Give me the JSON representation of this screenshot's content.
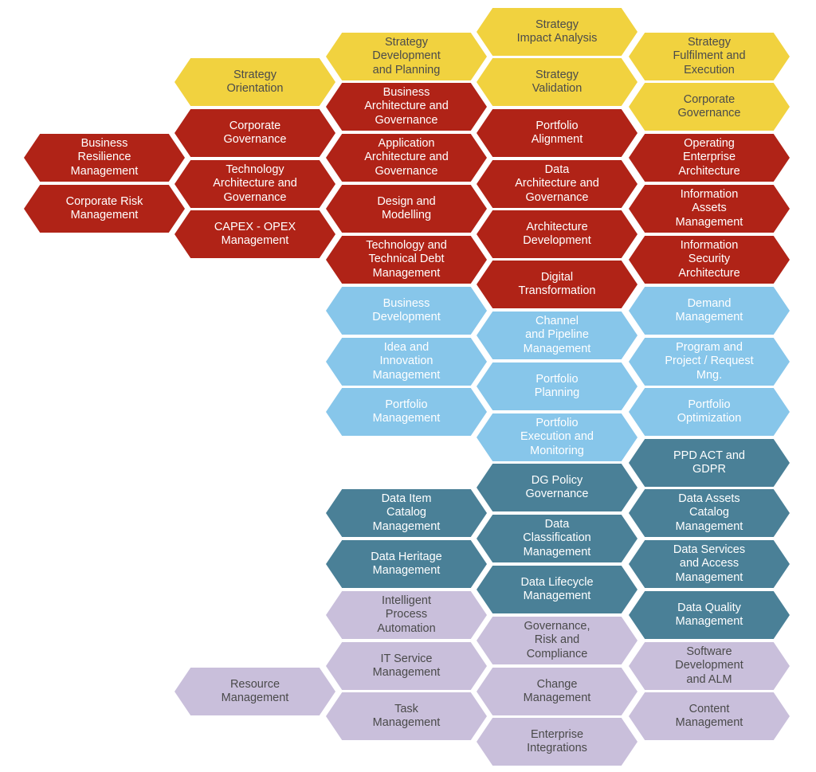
{
  "colors": {
    "strategy": "#f1d23f",
    "architecture": "#b02317",
    "portfolio": "#87c6ea",
    "data": "#4a8097",
    "operations": "#c9bfdb"
  },
  "capabilities": [
    {
      "id": "strategy-orientation",
      "label": "Strategy\nOrientation",
      "category": "strategy"
    },
    {
      "id": "strategy-development-planning",
      "label": "Strategy\nDevelopment\nand Planning",
      "category": "strategy"
    },
    {
      "id": "strategy-impact-analysis",
      "label": "Strategy\nImpact Analysis",
      "category": "strategy"
    },
    {
      "id": "strategy-validation",
      "label": "Strategy\nValidation",
      "category": "strategy"
    },
    {
      "id": "strategy-fulfilment-execution",
      "label": "Strategy\nFulfilment and\nExecution",
      "category": "strategy"
    },
    {
      "id": "corporate-governance-yellow",
      "label": "Corporate\nGovernance",
      "category": "strategy"
    },
    {
      "id": "business-resilience-management",
      "label": "Business\nResilience\nManagement",
      "category": "architecture"
    },
    {
      "id": "corporate-risk-management",
      "label": "Corporate Risk\nManagement",
      "category": "architecture"
    },
    {
      "id": "corporate-governance-red",
      "label": "Corporate\nGovernance",
      "category": "architecture"
    },
    {
      "id": "technology-architecture-governance",
      "label": "Technology\nArchitecture and\nGovernance",
      "category": "architecture"
    },
    {
      "id": "capex-opex-management",
      "label": "CAPEX - OPEX\nManagement",
      "category": "architecture"
    },
    {
      "id": "business-architecture-governance",
      "label": "Business\nArchitecture and\nGovernance",
      "category": "architecture"
    },
    {
      "id": "application-architecture-governance",
      "label": "Application\nArchitecture and\nGovernance",
      "category": "architecture"
    },
    {
      "id": "design-and-modelling",
      "label": "Design and\nModelling",
      "category": "architecture"
    },
    {
      "id": "technology-technical-debt-management",
      "label": "Technology and\nTechnical Debt\nManagement",
      "category": "architecture"
    },
    {
      "id": "portfolio-alignment",
      "label": "Portfolio\nAlignment",
      "category": "architecture"
    },
    {
      "id": "data-architecture-governance",
      "label": "Data\nArchitecture and\nGovernance",
      "category": "architecture"
    },
    {
      "id": "architecture-development",
      "label": "Architecture\nDevelopment",
      "category": "architecture"
    },
    {
      "id": "digital-transformation",
      "label": "Digital\nTransformation",
      "category": "architecture"
    },
    {
      "id": "operating-enterprise-architecture",
      "label": "Operating\nEnterprise\nArchitecture",
      "category": "architecture"
    },
    {
      "id": "information-assets-management",
      "label": "Information\nAssets\nManagement",
      "category": "architecture"
    },
    {
      "id": "information-security-architecture",
      "label": "Information\nSecurity\nArchitecture",
      "category": "architecture"
    },
    {
      "id": "business-development",
      "label": "Business\nDevelopment",
      "category": "portfolio"
    },
    {
      "id": "idea-innovation-management",
      "label": "Idea and\nInnovation\nManagement",
      "category": "portfolio"
    },
    {
      "id": "portfolio-management",
      "label": "Portfolio\nManagement",
      "category": "portfolio"
    },
    {
      "id": "channel-pipeline-management",
      "label": "Channel\nand Pipeline\nManagement",
      "category": "portfolio"
    },
    {
      "id": "portfolio-planning",
      "label": "Portfolio\nPlanning",
      "category": "portfolio"
    },
    {
      "id": "portfolio-execution-monitoring",
      "label": "Portfolio\nExecution and\nMonitoring",
      "category": "portfolio"
    },
    {
      "id": "demand-management",
      "label": "Demand\nManagement",
      "category": "portfolio"
    },
    {
      "id": "program-project-request-mng",
      "label": "Program and\nProject / Request\nMng.",
      "category": "portfolio"
    },
    {
      "id": "portfolio-optimization",
      "label": "Portfolio\nOptimization",
      "category": "portfolio"
    },
    {
      "id": "data-item-catalog-management",
      "label": "Data Item\nCatalog\nManagement",
      "category": "data"
    },
    {
      "id": "data-heritage-management",
      "label": "Data Heritage\nManagement",
      "category": "data"
    },
    {
      "id": "dg-policy-governance",
      "label": "DG Policy\nGovernance",
      "category": "data"
    },
    {
      "id": "data-classification-management",
      "label": "Data\nClassification\nManagement",
      "category": "data"
    },
    {
      "id": "data-lifecycle-management",
      "label": "Data Lifecycle\nManagement",
      "category": "data"
    },
    {
      "id": "ppd-act-gdpr",
      "label": "PPD ACT and\nGDPR",
      "category": "data"
    },
    {
      "id": "data-assets-catalog-management",
      "label": "Data Assets\nCatalog\nManagement",
      "category": "data"
    },
    {
      "id": "data-services-access-management",
      "label": "Data Services\nand Access\nManagement",
      "category": "data"
    },
    {
      "id": "data-quality-management",
      "label": "Data Quality\nManagement",
      "category": "data"
    },
    {
      "id": "resource-management",
      "label": "Resource\nManagement",
      "category": "operations"
    },
    {
      "id": "intelligent-process-automation",
      "label": "Intelligent\nProcess\nAutomation",
      "category": "operations"
    },
    {
      "id": "it-service-management",
      "label": "IT Service\nManagement",
      "category": "operations"
    },
    {
      "id": "task-management",
      "label": "Task\nManagement",
      "category": "operations"
    },
    {
      "id": "governance-risk-compliance",
      "label": "Governance,\nRisk and\nCompliance",
      "category": "operations"
    },
    {
      "id": "change-management",
      "label": "Change\nManagement",
      "category": "operations"
    },
    {
      "id": "enterprise-integrations",
      "label": "Enterprise\nIntegrations",
      "category": "operations"
    },
    {
      "id": "software-development-alm",
      "label": "Software\nDevelopment\nand ALM",
      "category": "operations"
    },
    {
      "id": "content-management",
      "label": "Content\nManagement",
      "category": "operations"
    }
  ]
}
